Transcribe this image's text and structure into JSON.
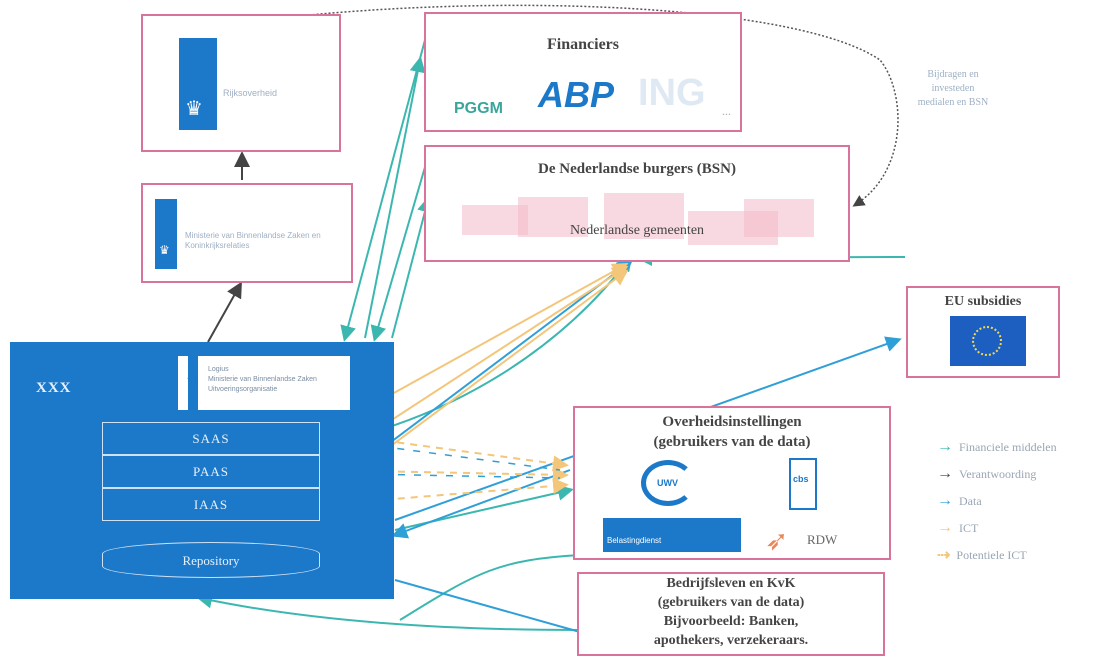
{
  "nodes": {
    "rijksoverheid": {
      "caption": "Rijksoverheid"
    },
    "ministerie": {
      "caption": "Ministerie van Binnenlandse Zaken en Koninkrijksrelaties"
    },
    "financiers": {
      "title": "Financiers",
      "logos": [
        "PGGM",
        "ABP",
        "ING",
        "..."
      ]
    },
    "burgers": {
      "title": "De Nederlandse burgers (BSN)",
      "subtitle": "Nederlandse gemeenten"
    },
    "eu": {
      "title": "EU subsidies"
    },
    "xxx": {
      "title": "XXX",
      "logo_caption_1": "Logius",
      "logo_caption_2": "Ministerie van Binnenlandse Zaken",
      "logo_caption_3": "Uitvoeringsorganisatie",
      "layers": [
        "SAAS",
        "PAAS",
        "IAAS"
      ],
      "repository": "Repository"
    },
    "overheid": {
      "title_line1": "Overheidsinstellingen",
      "title_line2": "(gebruikers van de data)",
      "logos": [
        "UWV",
        "cbs",
        "Belastingdienst",
        "RDW"
      ]
    },
    "bedrijf": {
      "line1": "Bedrijfsleven en KvK",
      "line2": "(gebruikers van de data)",
      "line3": "Bijvoorbeeld: Banken,",
      "line4": "apothekers, verzekeraars."
    }
  },
  "annotation": {
    "line1": "Bijdragen en",
    "line2": "investeden",
    "line3": "medialen en BSN"
  },
  "legend": [
    {
      "label": "Financiele middelen",
      "color": "#3cb7b0"
    },
    {
      "label": "Verantwoording",
      "color": "#444444"
    },
    {
      "label": "Data",
      "color": "#2f9fd8"
    },
    {
      "label": "ICT",
      "color": "#f3c67a"
    },
    {
      "label": "Potentiele ICT",
      "color": "#f3c67a"
    }
  ],
  "colors": {
    "accent_pink": "#d9739c",
    "xxx_blue": "#1c78c8",
    "teal": "#3cb7b0",
    "data_blue": "#2f9fd8",
    "ict_orange": "#f3c67a"
  }
}
